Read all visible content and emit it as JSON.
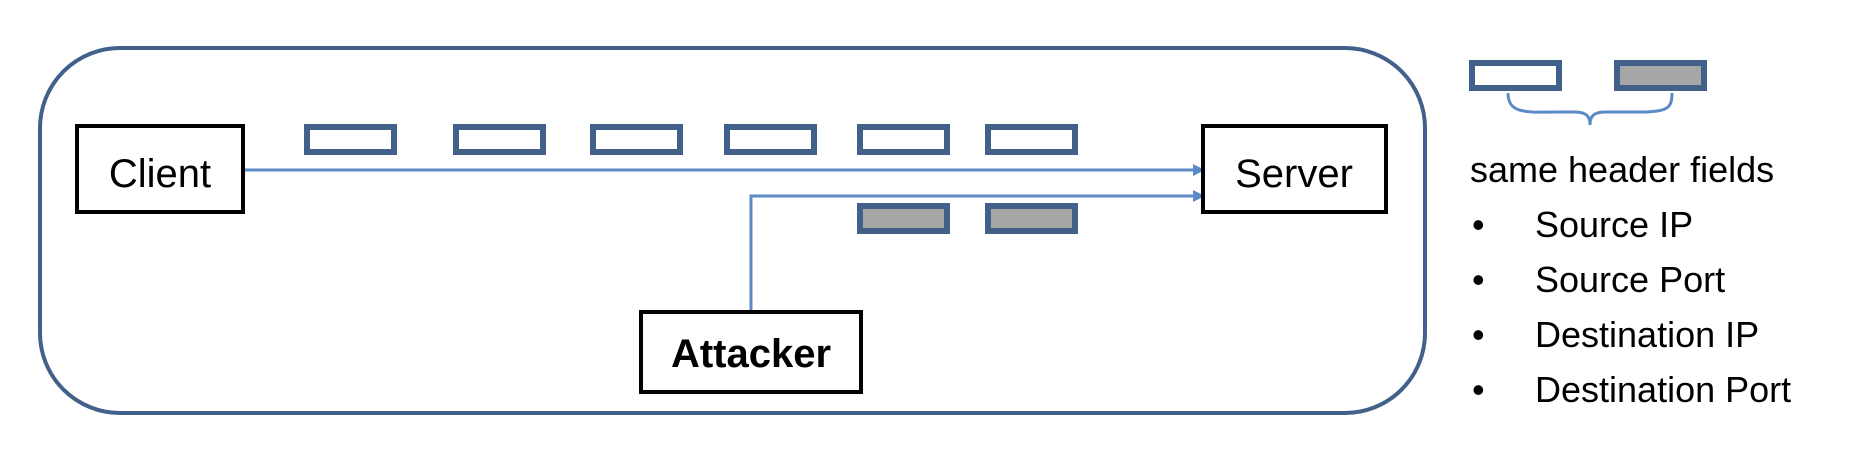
{
  "nodes": {
    "client": "Client",
    "server": "Server",
    "attacker": "Attacker"
  },
  "legend": {
    "caption": "same header fields",
    "bullet": "•",
    "fields": [
      "Source IP",
      "Source Port",
      "Destination IP",
      "Destination Port"
    ]
  },
  "colors": {
    "accent_blue": "#41608a",
    "arrow_blue": "#5b8ac6",
    "spoofed_packet_fill": "#a6a6a6",
    "legit_packet_fill": "#ffffff",
    "border": "#000000"
  }
}
